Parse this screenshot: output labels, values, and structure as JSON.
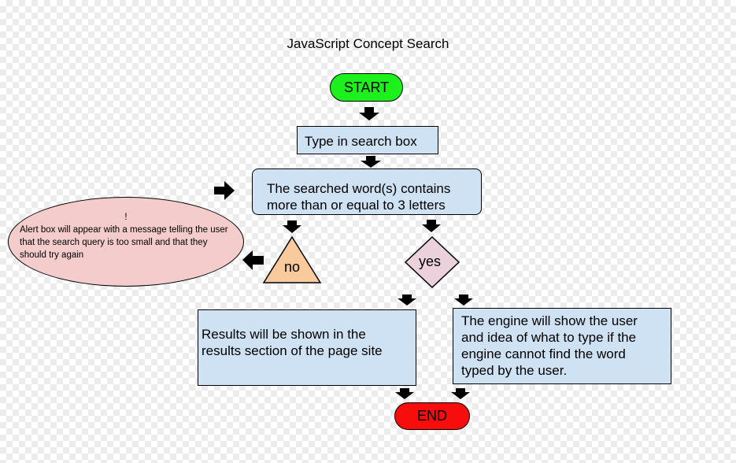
{
  "diagram": {
    "title": "JavaScript Concept Search",
    "start_label": "START",
    "end_label": "END",
    "type_step": "Type in search box",
    "condition": {
      "line1": "The searched word(s) contains",
      "line2": "more than or equal to 3 letters"
    },
    "no_label": "no",
    "yes_label": "yes",
    "alert": {
      "exclamation": "!",
      "message": "Alert box will appear with a message telling the user that the search query is too small and that they should try again"
    },
    "results": {
      "line1": "Results will be shown in the",
      "line2": "results section of the page site"
    },
    "engine": {
      "line1": "The engine will show  the user",
      "line2": "and idea of what to type if the",
      "line3": "engine cannot find the word",
      "line4": "typed by the user."
    }
  },
  "colors": {
    "start_fill": "#1df11d",
    "end_fill": "#f80d0d",
    "step_fill": "#cfe2f3",
    "no_fill": "#f9cb9c",
    "yes_fill": "#ead1dc",
    "alert_fill": "#f4cccc"
  },
  "icons": {
    "arrow": "arrow-icon"
  }
}
